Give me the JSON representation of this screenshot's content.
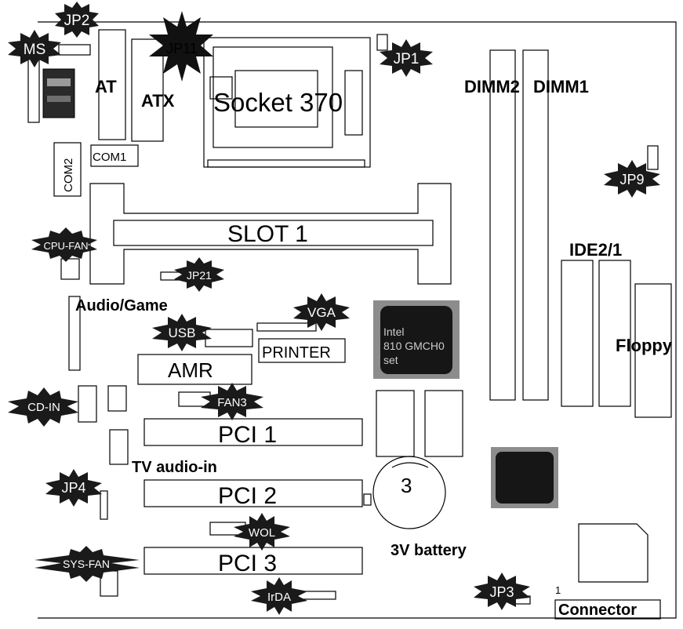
{
  "labels": {
    "socket": "Socket 370",
    "slot1": "SLOT 1",
    "at": "AT",
    "atx": "ATX",
    "dimm2": "DIMM2",
    "dimm1": "DIMM1",
    "com1": "COM1",
    "com2": "COM2",
    "ide": "IDE2/1",
    "floppy": "Floppy",
    "audio_game": "Audio/Game",
    "printer": "PRINTER",
    "amr": "AMR",
    "pci1": "PCI 1",
    "pci2": "PCI 2",
    "pci3": "PCI 3",
    "tv_audio": "TV audio-in",
    "battery_label": "3V battery",
    "battery_num": "3",
    "connector": "Connector",
    "pin1": "1",
    "chip_line1": "Intel",
    "chip_line2": "810 GMCH0",
    "chip_line3": "set"
  },
  "jumpers": {
    "jp2": "JP2",
    "ms": "MS",
    "jp11": "JP11",
    "jp1": "JP1",
    "jp9": "JP9",
    "cpu_fan": "CPU-FAN",
    "jp21": "JP21",
    "vga": "VGA",
    "usb": "USB",
    "cd_in": "CD-IN",
    "fan3": "FAN3",
    "jp4": "JP4",
    "wol": "WOL",
    "sys_fan": "SYS-FAN",
    "irda": "IrDA",
    "jp3": "JP3"
  },
  "colors": {
    "burst": "#1a1a1a",
    "chip_frame": "#8c8c8c",
    "chip_core": "#161616"
  }
}
